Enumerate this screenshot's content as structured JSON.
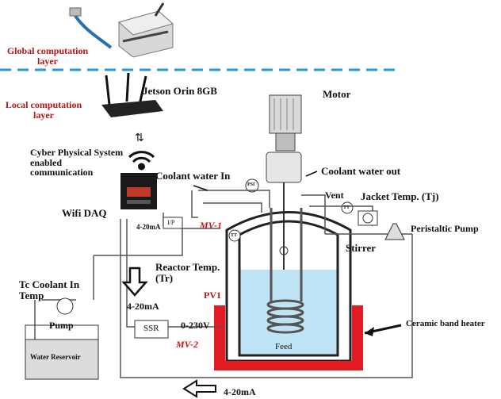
{
  "labels": {
    "global_layer": "Global computation layer",
    "local_layer": "Local computation layer",
    "jetson": "Jetson Orin 8GB",
    "cps": "Cyber Physical System enabled communication",
    "wifi_daq": "Wifi DAQ",
    "coolant_in": "Coolant water In",
    "coolant_out": "Coolant water out",
    "motor": "Motor",
    "vent": "Vent",
    "jacket_temp": "Jacket Temp. (Tj)",
    "peristaltic": "Peristaltic Pump",
    "stirrer": "Stirrer",
    "reactor_temp": "Reactor Temp. (Tr)",
    "tc_coolant": "Tc Coolant In Temp",
    "pump": "Pump",
    "water_reservoir": "Water Reservoir",
    "ssr": "SSR",
    "volt": "0-230V",
    "ma_left": "4-20mA",
    "ma_bottom": "4-20mA",
    "ma_small": "4-20mA",
    "ip": "I/P",
    "mv1": "MV-1",
    "mv2": "MV-2",
    "pv1": "PV1",
    "feed": "Feed",
    "ceramic": "Ceramic band heater",
    "psi": "PSI",
    "tt": "TT",
    "pt": "TT"
  },
  "colors": {
    "label_red": "#b5161b",
    "mv_red": "#d0111a",
    "heater_red": "#e31b23",
    "network_line": "#2a9ad6",
    "liquid": "#bfe4f5"
  }
}
